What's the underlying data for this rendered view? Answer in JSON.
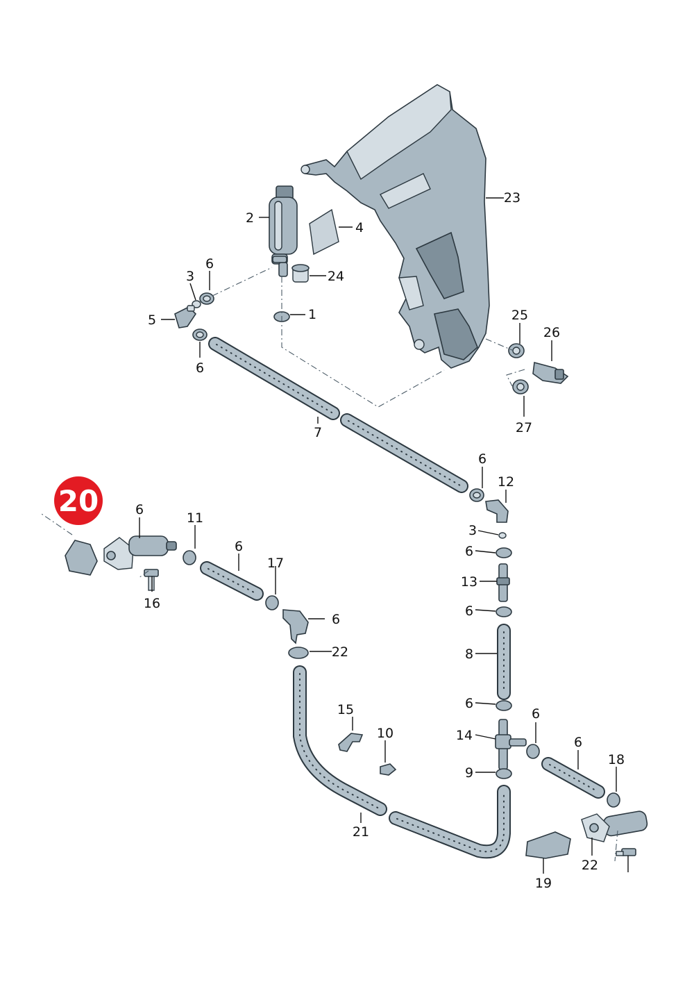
{
  "badge": {
    "number": "20",
    "color": "#e31b23"
  },
  "callouts": [
    "23",
    "2",
    "4",
    "6",
    "3",
    "24",
    "1",
    "5",
    "6",
    "25",
    "26",
    "27",
    "7",
    "6",
    "12",
    "3",
    "6",
    "13",
    "6",
    "8",
    "6",
    "14",
    "6",
    "9",
    "6",
    "18",
    "6",
    "11",
    "6",
    "17",
    "6",
    "22",
    "16",
    "15",
    "10",
    "21",
    "19",
    "22"
  ],
  "colors": {
    "part_fill": "#a9b8c2",
    "outline": "#2c3840",
    "background": "#ffffff"
  }
}
